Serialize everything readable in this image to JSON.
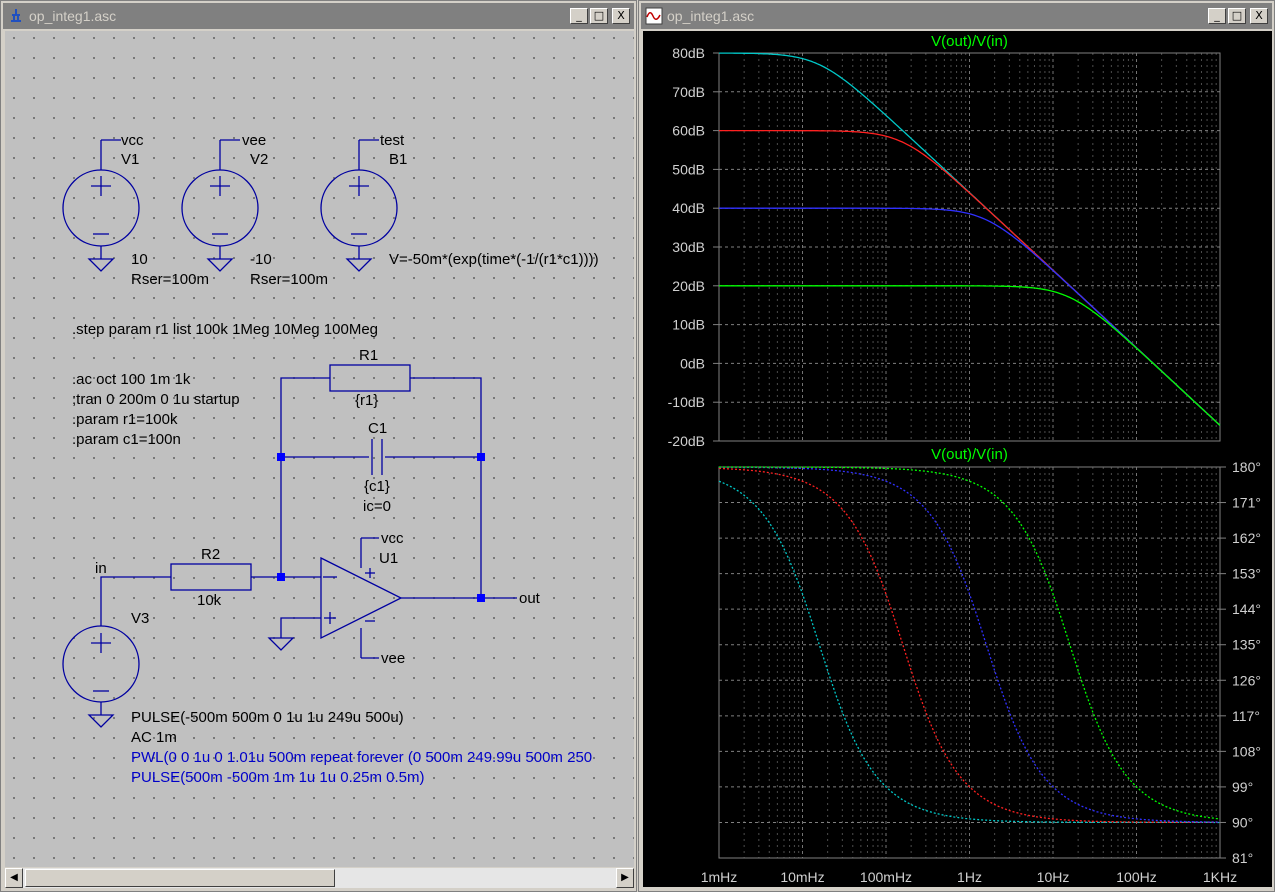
{
  "schematic_window": {
    "title": "op_integ1.asc",
    "buttons": {
      "minimize": "_",
      "maximize": "□",
      "close": "X"
    },
    "labels": {
      "v1_net": "vcc",
      "v1_name": "V1",
      "v1_value": "10",
      "v1_rser": "Rser=100m",
      "v2_net": "vee",
      "v2_name": "V2",
      "v2_value": "-10",
      "v2_rser": "Rser=100m",
      "b1_net": "test",
      "b1_name": "B1",
      "b1_value": "V=-50m*(exp(time*(-1/(r1*c1))))",
      "step_directive": ".step param r1 list 100k 1Meg 10Meg 100Meg",
      "ac_directive": ".ac oct 100 1m 1k",
      "tran_comment": ";tran 0 200m 0 1u startup",
      "param_r1": ".param r1=100k",
      "param_c1": ".param c1=100n",
      "r1_name": "R1",
      "r1_value": "{r1}",
      "c1_name": "C1",
      "c1_value": "{c1}",
      "c1_ic": "ic=0",
      "r2_name": "R2",
      "r2_value": "10k",
      "u1_name": "U1",
      "u1_vcc": "vcc",
      "u1_vee": "vee",
      "net_in": "in",
      "net_out": "out",
      "v3_name": "V3",
      "v3_pulse": "PULSE(-500m 500m 0 1u 1u 249u 500u)",
      "v3_ac": "AC 1m",
      "pwl_comment": "PWL(0 0 1u 0 1.01u 500m repeat forever (0 500m 249.99u 500m 250",
      "pulse_comment": "PULSE(500m -500m 1m 1u 1u 0.25m 0.5m)"
    },
    "scrollbar": {
      "left_arrow": "◀",
      "right_arrow": "▶"
    }
  },
  "plot_window": {
    "title": "op_integ1.asc",
    "buttons": {
      "minimize": "_",
      "maximize": "□",
      "close": "X"
    }
  },
  "chart_data": [
    {
      "type": "line",
      "title": "V(out)/V(in)",
      "x_scale": "log",
      "xlim": [
        0.001,
        1000
      ],
      "ylim": [
        -20,
        80
      ],
      "ytick_labels": [
        "80dB",
        "70dB",
        "60dB",
        "50dB",
        "40dB",
        "30dB",
        "20dB",
        "10dB",
        "0dB",
        "-10dB",
        "-20dB"
      ],
      "xtick_labels": [
        "1mHz",
        "10mHz",
        "100mHz",
        "1Hz",
        "10Hz",
        "100Hz",
        "1KHz"
      ],
      "grid": true,
      "series": [
        {
          "color": "#00c8c8",
          "dc_gain_db": 80,
          "pole_hz": 0.0159
        },
        {
          "color": "#ff2020",
          "dc_gain_db": 60,
          "pole_hz": 0.159
        },
        {
          "color": "#3030ff",
          "dc_gain_db": 40,
          "pole_hz": 1.59
        },
        {
          "color": "#00ff00",
          "dc_gain_db": 20,
          "pole_hz": 15.9
        }
      ]
    },
    {
      "type": "line",
      "title": "V(out)/V(in)",
      "x_scale": "log",
      "xlim": [
        0.001,
        1000
      ],
      "ylim": [
        81,
        180
      ],
      "ytick_labels": [
        "180°",
        "171°",
        "162°",
        "153°",
        "144°",
        "135°",
        "126°",
        "117°",
        "108°",
        "99°",
        "90°",
        "81°"
      ],
      "grid": true,
      "series": [
        {
          "color": "#00c8c8",
          "pole_hz": 0.0159
        },
        {
          "color": "#ff2020",
          "pole_hz": 0.159
        },
        {
          "color": "#3030ff",
          "pole_hz": 1.59
        },
        {
          "color": "#00ff00",
          "pole_hz": 15.9
        }
      ]
    }
  ]
}
